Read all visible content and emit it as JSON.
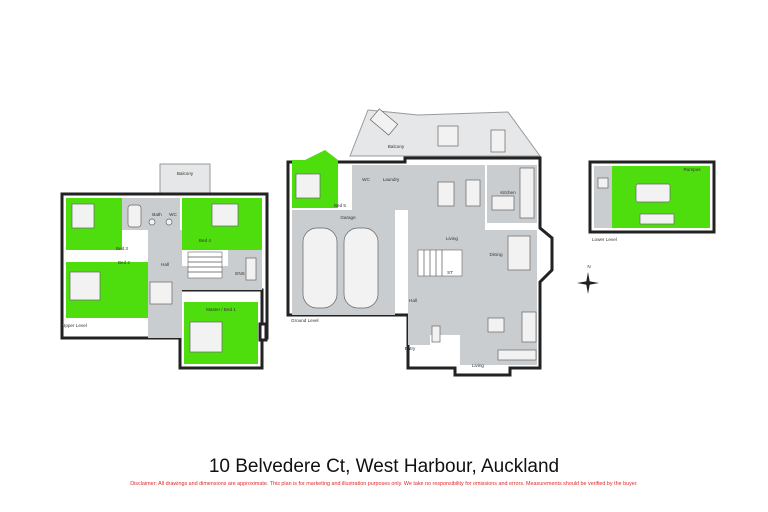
{
  "title": "10 Belvedere Ct, West Harbour, Auckland",
  "disclaimer": "Disclaimer: All drawings and dimensions are approximate. This plan is for marketing and illustration purposes only. We take no responsibility for omissions and errors. Measurements should be verified by the buyer.",
  "levels": {
    "upper": "Upper Level",
    "ground": "Ground Level",
    "lower": "Lower Level"
  },
  "rooms": {
    "upper_balcony": "Balcony",
    "bath": "Bath",
    "wc_upper": "WC",
    "bed3": "Bed 3",
    "bed4": "Bed 4",
    "bed2": "Bed 2",
    "hall_upper": "Hall",
    "ens": "ENS",
    "master": "Master / Bed 1",
    "ground_balcony": "Balcony",
    "wc_ground": "WC",
    "laundry": "Laundry",
    "bed5": "Bed 5",
    "garage": "Garage",
    "kitchen": "Kitchen",
    "living_top": "Living",
    "dining": "Dining",
    "st": "ST",
    "hall_ground": "Hall",
    "entry": "Entry",
    "living_bottom": "Living",
    "rumpus": "Rumpus"
  },
  "compass": {
    "north": "N"
  },
  "colors": {
    "room_fill": "#4fde0d",
    "circulation_fill": "#c9cdd0",
    "wall": "#222222",
    "disclaimer_text": "#e0282a"
  }
}
